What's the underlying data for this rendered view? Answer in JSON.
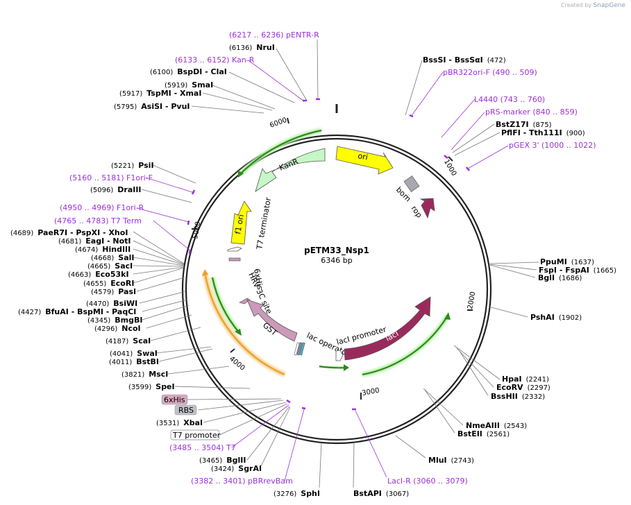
{
  "header": {
    "brand_prefix": "Created by",
    "brand_name": "SnapGene"
  },
  "plasmid": {
    "name": "pETM33_Nsp1",
    "size_label": "6346 bp",
    "length": 6346
  },
  "tick_labels": [
    "1000",
    "2000",
    "3000",
    "4000",
    "5000",
    "6000"
  ],
  "features": [
    {
      "id": "ori",
      "label": "ori"
    },
    {
      "id": "bom",
      "label": "bom"
    },
    {
      "id": "rop",
      "label": "rop"
    },
    {
      "id": "KanR",
      "label": "KanR"
    },
    {
      "id": "f1ori",
      "label": "f1 ori"
    },
    {
      "id": "T7term",
      "label": "T7 terminator"
    },
    {
      "id": "6xHis",
      "label": "6xHis"
    },
    {
      "id": "HRV",
      "label": "HRV 3C site"
    },
    {
      "id": "GST",
      "label": "GST"
    },
    {
      "id": "lacop",
      "label": "lac operator"
    },
    {
      "id": "lacprom",
      "label": "lacI promoter"
    },
    {
      "id": "lacI",
      "label": "lacI"
    }
  ],
  "labels": [
    {
      "name": "(6217 .. 6236)  pENTR-R",
      "type": "primer"
    },
    {
      "name": "NruI",
      "pos": "(6136)",
      "type": "enzyme"
    },
    {
      "name": "(6133 .. 6152)  Kan-R",
      "type": "primer"
    },
    {
      "name": "BspDI  - ClaI",
      "pos": "(6100)",
      "type": "enzyme"
    },
    {
      "name": "SmaI",
      "pos": "(5919)",
      "type": "enzyme"
    },
    {
      "name": "TspMI  - XmaI",
      "pos": "(5917)",
      "type": "enzyme"
    },
    {
      "name": "AsiSI  - PvuI",
      "pos": "(5795)",
      "type": "enzyme"
    },
    {
      "name": "PsiI",
      "pos": "(5221)",
      "type": "enzyme"
    },
    {
      "name": "(5160 .. 5181)  F1ori-F",
      "type": "primer"
    },
    {
      "name": "DraIII",
      "pos": "(5096)",
      "type": "enzyme"
    },
    {
      "name": "(4950 .. 4969)  F1ori-R",
      "type": "primer"
    },
    {
      "name": "(4765 .. 4783)  T7 Term",
      "type": "primer"
    },
    {
      "name": "PaeR7I  - PspXI  - XhoI",
      "pos": "(4689)",
      "type": "enzyme"
    },
    {
      "name": "EagI  - NotI",
      "pos": "(4681)",
      "type": "enzyme"
    },
    {
      "name": "HindIII",
      "pos": "(4674)",
      "type": "enzyme"
    },
    {
      "name": "SalI",
      "pos": "(4668)",
      "type": "enzyme"
    },
    {
      "name": "SacI",
      "pos": "(4665)",
      "type": "enzyme"
    },
    {
      "name": "Eco53kI",
      "pos": "(4663)",
      "type": "enzyme"
    },
    {
      "name": "EcoRI",
      "pos": "(4655)",
      "type": "enzyme"
    },
    {
      "name": "PasI",
      "pos": "(4579)",
      "type": "enzyme"
    },
    {
      "name": "BsiWI",
      "pos": "(4470)",
      "type": "enzyme"
    },
    {
      "name": "BfuAI  - BspMI  - PaqCI",
      "pos": "(4427)",
      "type": "enzyme"
    },
    {
      "name": "BmgBI",
      "pos": "(4345)",
      "type": "enzyme"
    },
    {
      "name": "NcoI",
      "pos": "(4296)",
      "type": "enzyme"
    },
    {
      "name": "ScaI",
      "pos": "(4187)",
      "type": "enzyme"
    },
    {
      "name": "SwaI",
      "pos": "(4041)",
      "type": "enzyme"
    },
    {
      "name": "BstBI",
      "pos": "(4011)",
      "type": "enzyme"
    },
    {
      "name": "MscI",
      "pos": "(3821)",
      "type": "enzyme"
    },
    {
      "name": "SpeI",
      "pos": "(3599)",
      "type": "enzyme"
    },
    {
      "name": "6xHis",
      "type": "box-pink"
    },
    {
      "name": "RBS",
      "type": "box-gray"
    },
    {
      "name": "XbaI",
      "pos": "(3531)",
      "type": "enzyme"
    },
    {
      "name": "T7 promoter",
      "type": "box-white"
    },
    {
      "name": "(3485 .. 3504)  T7",
      "type": "primer"
    },
    {
      "name": "BglII",
      "pos": "(3465)",
      "type": "enzyme"
    },
    {
      "name": "SgrAI",
      "pos": "(3424)",
      "type": "enzyme"
    },
    {
      "name": "(3382 .. 3401)  pBRrevBam",
      "type": "primer"
    },
    {
      "name": "SphI",
      "pos": "(3276)",
      "type": "enzyme"
    },
    {
      "name": "BstAPI",
      "pos": "(3067)",
      "type": "enzyme"
    },
    {
      "name": "LacI-R  (3060 .. 3079)",
      "type": "primer"
    },
    {
      "name": "MluI",
      "pos": "(2743)",
      "type": "enzyme"
    },
    {
      "name": "NmeAIII",
      "pos": "(2543)",
      "type": "enzyme"
    },
    {
      "name": "BstEII",
      "pos": "(2561)",
      "type": "enzyme"
    },
    {
      "name": "HpaI",
      "pos": "(2241)",
      "type": "enzyme"
    },
    {
      "name": "EcoRV",
      "pos": "(2297)",
      "type": "enzyme"
    },
    {
      "name": "BssHII",
      "pos": "(2332)",
      "type": "enzyme"
    },
    {
      "name": "PshAI",
      "pos": "(1902)",
      "type": "enzyme"
    },
    {
      "name": "PpuMI",
      "pos": "(1637)",
      "type": "enzyme"
    },
    {
      "name": "FspI  - FspAI",
      "pos": "(1665)",
      "type": "enzyme"
    },
    {
      "name": "BglI",
      "pos": "(1686)",
      "type": "enzyme"
    },
    {
      "name": "BssSI  - BssSαI",
      "pos": "(472)",
      "type": "enzyme"
    },
    {
      "name": "pBR322ori-F  (490 .. 509)",
      "type": "primer"
    },
    {
      "name": "L4440  (743 .. 760)",
      "type": "primer"
    },
    {
      "name": "pRS-marker  (840 .. 859)",
      "type": "primer"
    },
    {
      "name": "BstZ17I",
      "pos": "(875)",
      "type": "enzyme"
    },
    {
      "name": "PflFI  - Tth111I",
      "pos": "(900)",
      "type": "enzyme"
    },
    {
      "name": "pGEX 3'  (1000 .. 1022)",
      "type": "primer"
    }
  ],
  "colors": {
    "backbone": "#222222",
    "primer": "#9b30d9",
    "ori": "#ffff00",
    "kanr": "#c6f7c6",
    "laci": "#9b2a5c",
    "gst": "#cc99b8",
    "orf": "#2d8a1e",
    "orange": "#f0a840",
    "gray": "#a8a8b0"
  }
}
